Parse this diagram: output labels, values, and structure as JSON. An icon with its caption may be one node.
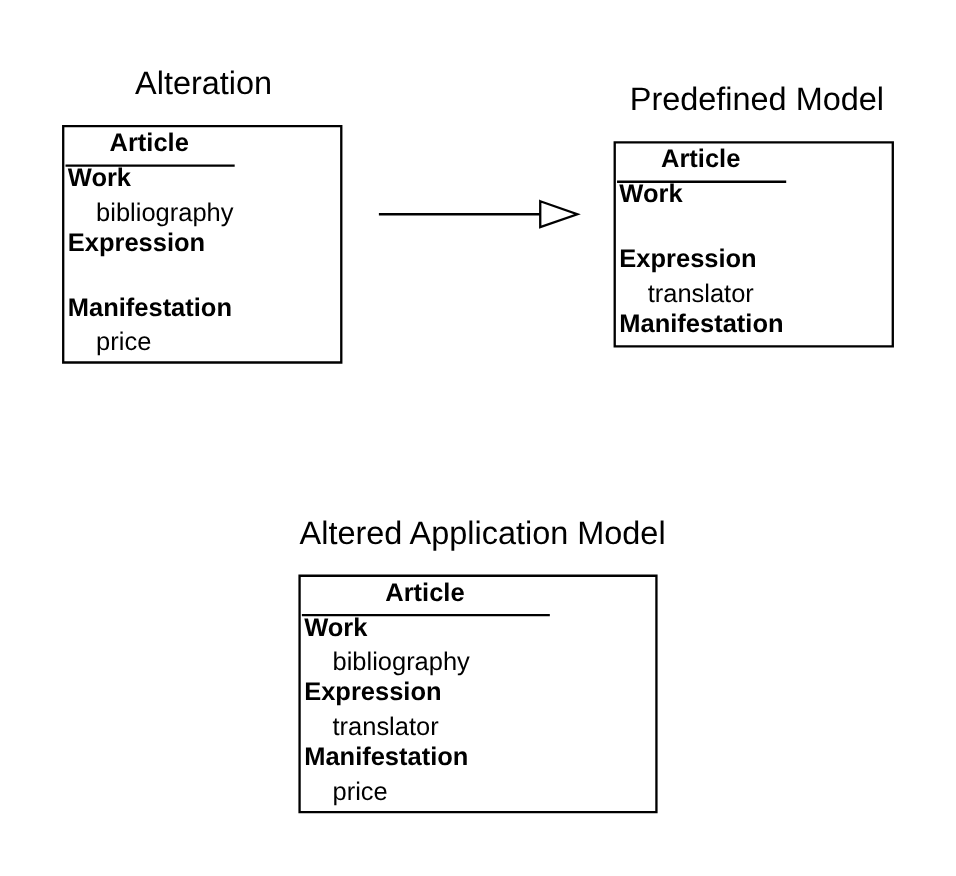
{
  "diagram": {
    "nodes": [
      {
        "text": [
          "Article",
          "Work",
          "Expression",
          "translator",
          "Manifestation"
        ],
        "beside": [
          "Predefined Model"
        ]
      },
      {
        "text": [
          "Article",
          "Work",
          "bibliography",
          "Expression",
          "Manifestation",
          "price"
        ],
        "beside": [
          "Alteration"
        ]
      },
      {
        "text": [
          "Article",
          "Work",
          "bibliography",
          "Expression",
          "translator",
          "Manifestation",
          "price"
        ],
        "beside": [
          "Altered Application Model"
        ]
      }
    ],
    "edges": [
      {
        "from": 1,
        "to": 0,
        "arrow": "to"
      }
    ]
  }
}
